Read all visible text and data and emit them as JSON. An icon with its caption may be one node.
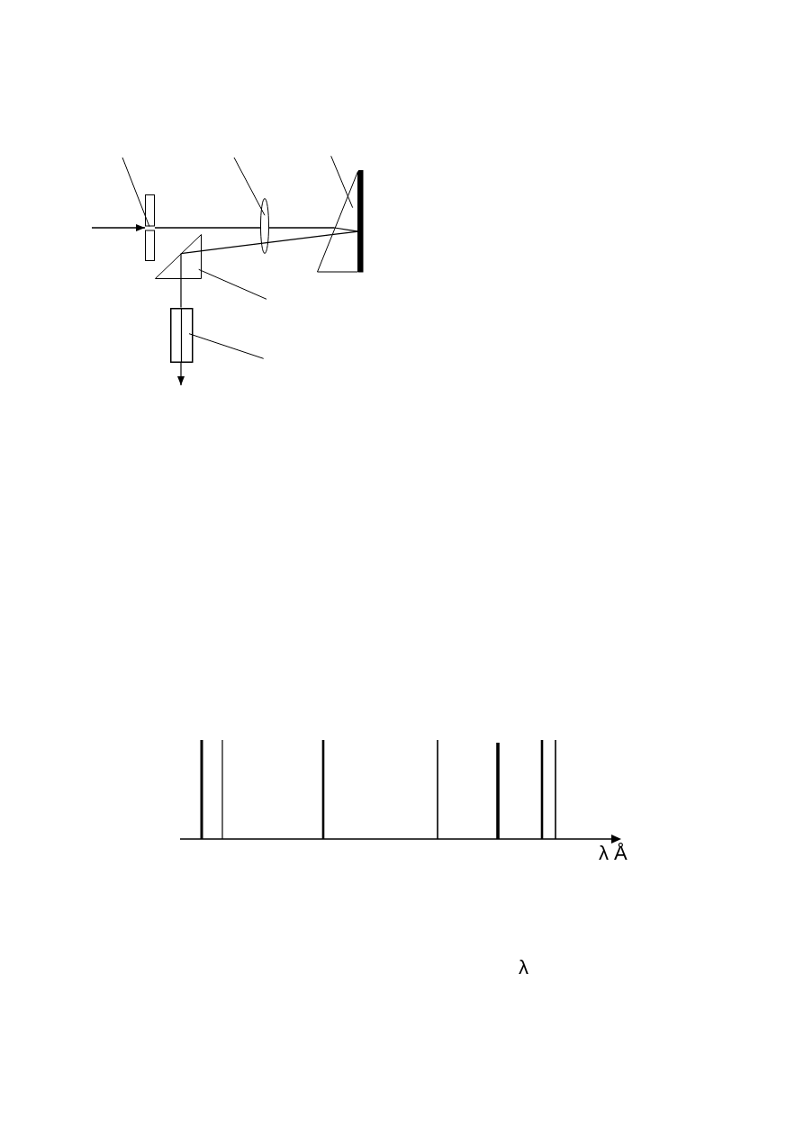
{
  "diagram": {
    "nodes": [
      {
        "text": [],
        "shape": "slit"
      },
      {
        "text": [],
        "shape": "ellipse"
      },
      {
        "text": [],
        "shape": "triangle"
      },
      {
        "text": [],
        "shape": "bar"
      },
      {
        "text": [],
        "shape": "triangle"
      },
      {
        "text": [],
        "shape": "box"
      }
    ],
    "edges": [
      {
        "from": null,
        "to": 0,
        "arrow": "to"
      },
      {
        "from": 0,
        "to": 1,
        "arrow": "none"
      },
      {
        "from": 1,
        "to": 2,
        "arrow": "none"
      },
      {
        "from": 2,
        "to": 3,
        "arrow": "none"
      },
      {
        "from": 3,
        "to": 2,
        "arrow": "none"
      },
      {
        "from": 2,
        "to": 4,
        "arrow": "none"
      },
      {
        "from": 4,
        "to": 5,
        "arrow": "none"
      },
      {
        "from": 5,
        "to": null,
        "arrow": "to"
      },
      {
        "from": null,
        "to": 0,
        "arrow": "none"
      },
      {
        "from": null,
        "to": 1,
        "arrow": "none"
      },
      {
        "from": null,
        "to": 2,
        "arrow": "none"
      },
      {
        "from": null,
        "to": 4,
        "arrow": "none"
      },
      {
        "from": null,
        "to": 5,
        "arrow": "none"
      }
    ],
    "labels": [
      "λ Å",
      "λ"
    ]
  }
}
